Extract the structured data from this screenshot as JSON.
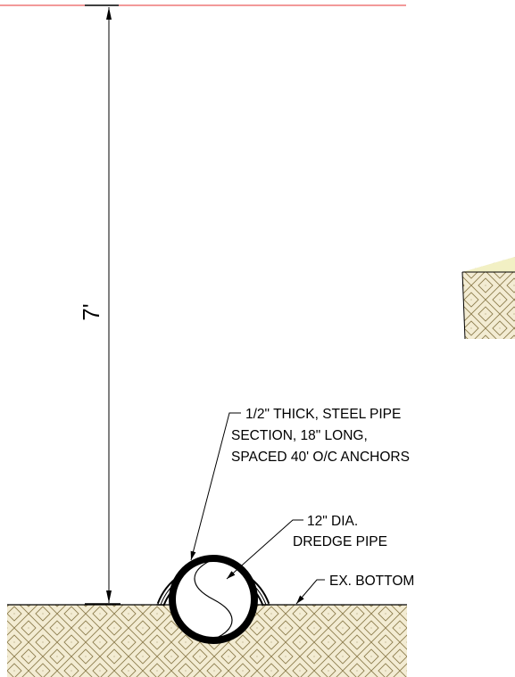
{
  "dimension": {
    "value": "7'"
  },
  "callouts": {
    "anchor": {
      "lines": [
        "1/2\" THICK, STEEL PIPE",
        "SECTION, 18\" LONG,",
        "SPACED 40' O/C ANCHORS"
      ]
    },
    "pipe": {
      "lines": [
        "12\" DIA.",
        "DREDGE PIPE"
      ]
    },
    "bottom": {
      "lines": [
        "EX. BOTTOM"
      ]
    }
  },
  "colors": {
    "water_line": "#e53333",
    "soil_fill": "#f3ecd3",
    "soil_hatch": "#8d7d4e",
    "bank_top": "#f2f0c4",
    "line": "#000000"
  }
}
